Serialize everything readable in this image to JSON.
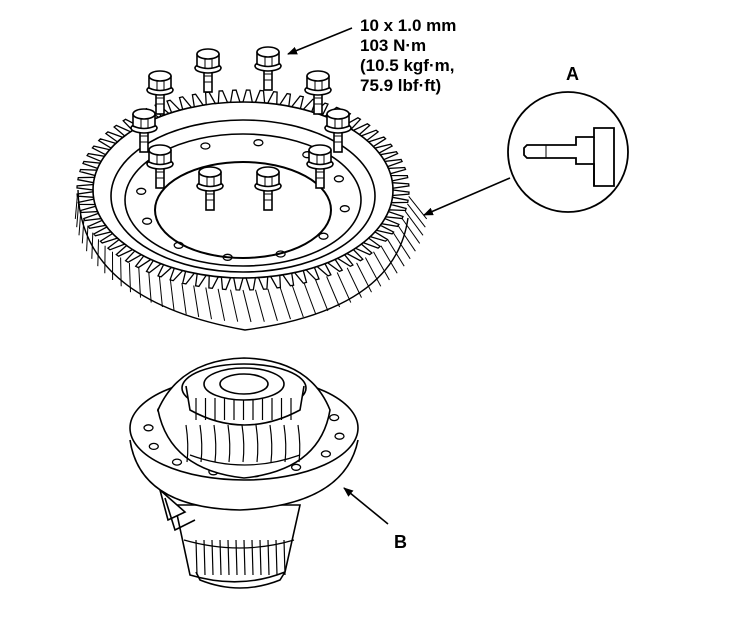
{
  "torque_spec": {
    "size": "10 x 1.0 mm",
    "torque_nm": "103 N·m",
    "torque_kgfm": "(10.5 kgf·m,",
    "torque_lbfft": "75.9 lbf·ft)"
  },
  "labels": {
    "detail": "A",
    "assembly": "B"
  },
  "colors": {
    "line": "#000000",
    "background": "#ffffff"
  }
}
